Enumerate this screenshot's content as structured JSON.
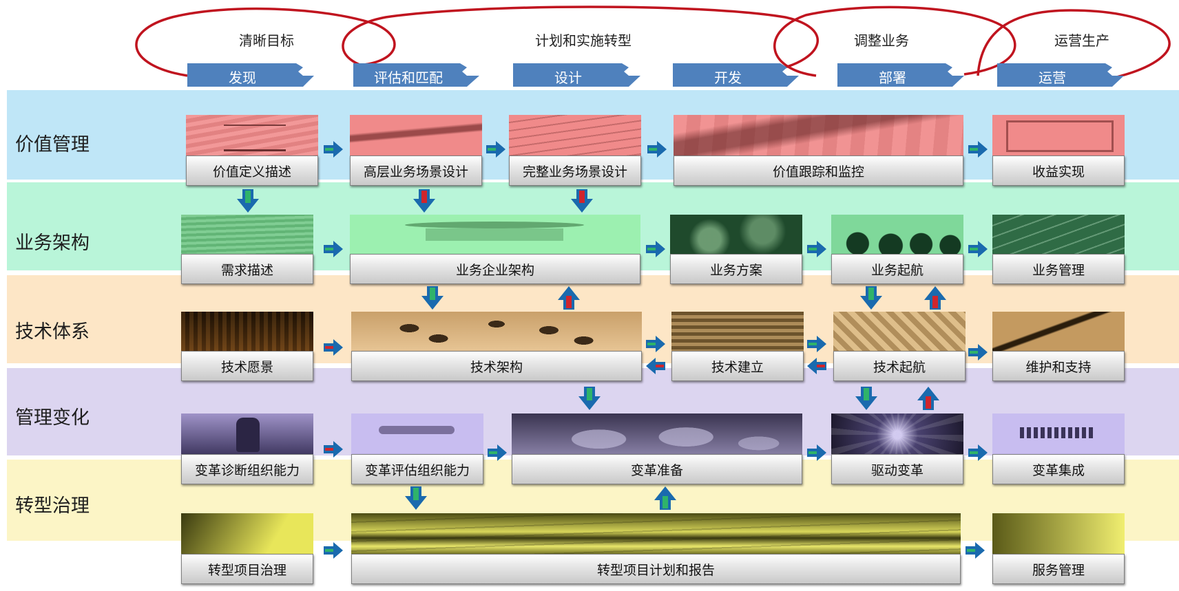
{
  "colors": {
    "value_band": "#bfe6f7",
    "business_band": "#b9f5d9",
    "tech_band": "#fde6c6",
    "change_band": "#dcd5f0",
    "governance_band": "#fcf5c6",
    "phase_chevron": "#4f81bd",
    "cycle_ellipse": "#c0141f"
  },
  "phase_titles": [
    "清晰目标",
    "计划和实施转型",
    "调整业务",
    "运营生产"
  ],
  "phases": [
    "发现",
    "评估和匹配",
    "设计",
    "开发",
    "部署",
    "运营"
  ],
  "bands": {
    "value": "价值管理",
    "business": "业务架构",
    "tech": "技术体系",
    "change": "管理变化",
    "governance": "转型治理"
  },
  "nodes": {
    "value_definition": "价值定义描述",
    "high_level_scenario": "高层业务场景设计",
    "full_scenario": "完整业务场景设计",
    "value_tracking": "价值跟踪和监控",
    "benefit_realization": "收益实现",
    "requirements": "需求描述",
    "enterprise_arch": "业务企业架构",
    "business_solution": "业务方案",
    "business_launch": "业务起航",
    "business_mgmt": "业务管理",
    "tech_vision": "技术愿景",
    "tech_arch": "技术架构",
    "tech_build": "技术建立",
    "tech_launch": "技术起航",
    "maintenance": "维护和支持",
    "change_diagnosis": "变革诊断组织能力",
    "change_assessment": "变革评估组织能力",
    "change_prep": "变革准备",
    "drive_change": "驱动变革",
    "change_integration": "变革集成",
    "project_governance": "转型项目治理",
    "project_plan": "转型项目计划和报告",
    "service_mgmt": "服务管理"
  }
}
